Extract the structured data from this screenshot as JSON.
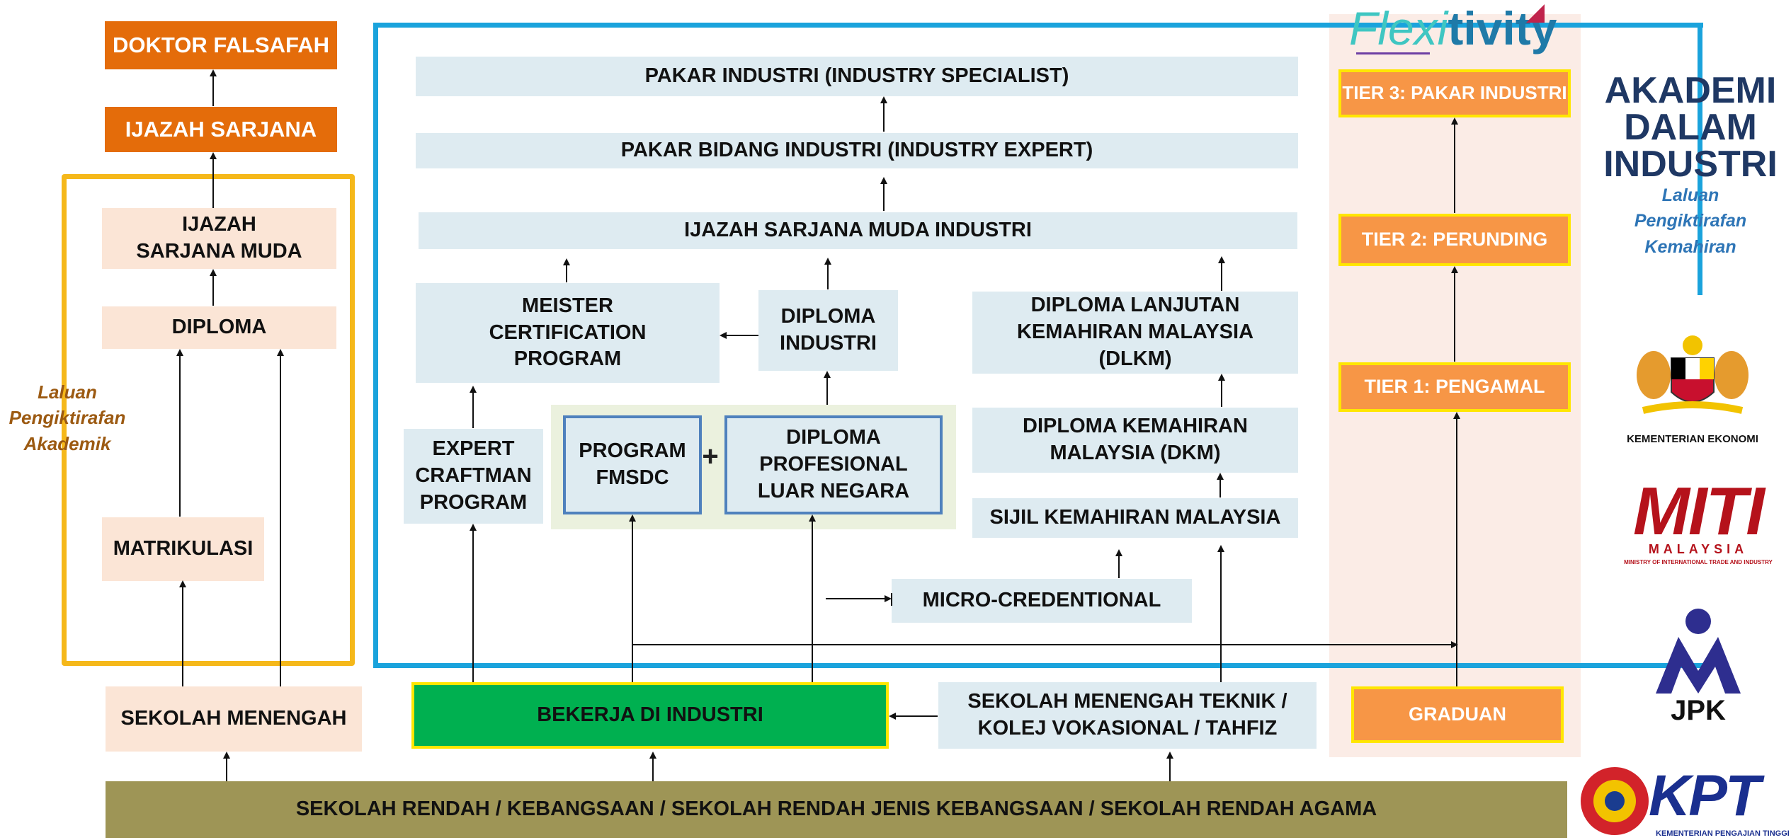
{
  "left": {
    "doktor": "DOKTOR FALSAFAH",
    "ijazah_sarjana": "IJAZAH SARJANA",
    "ijazah_sarjana_muda": "IJAZAH SARJANA MUDA",
    "diploma": "DIPLOMA",
    "matrikulasi": "MATRIKULASI",
    "sekolah_menengah": "SEKOLAH MENENGAH",
    "laluan_label": "Laluan Pengiktirafan Akademik"
  },
  "center": {
    "pakar_industri": "PAKAR INDUSTRI (INDUSTRY SPECIALIST)",
    "pakar_bidang": "PAKAR BIDANG INDUSTRI (INDUSTRY EXPERT)",
    "ijazah_sarjana_muda_industri": "IJAZAH SARJANA MUDA INDUSTRI",
    "meister": "MEISTER CERTIFICATION PROGRAM",
    "diploma_industri": "DIPLOMA INDUSTRI",
    "dlkm": "DIPLOMA  LANJUTAN KEMAHIRAN MALAYSIA (DLKM)",
    "expert_craftman": "EXPERT CRAFTMAN PROGRAM",
    "program_fmsdc": "PROGRAM FMSDC",
    "plus": "+",
    "diploma_profesional": "DIPLOMA PROFESIONAL LUAR NEGARA",
    "dkm": "DIPLOMA KEMAHIRAN MALAYSIA (DKM)",
    "sijil": "SIJIL KEMAHIRAN MALAYSIA",
    "micro": "MICRO-CREDENTIONAL",
    "bekerja": "BEKERJA DI INDUSTRI",
    "sekolah_teknik": "SEKOLAH MENENGAH TEKNIK / KOLEJ VOKASIONAL / TAHFIZ",
    "sekolah_rendah": "SEKOLAH RENDAH / KEBANGSAAN / SEKOLAH RENDAH JENIS KEBANGSAAN / SEKOLAH RENDAH AGAMA"
  },
  "right": {
    "flexi_logo_part1": "Flexi",
    "flexi_logo_part2": "tivity",
    "tier3": "TIER 3: PAKAR INDUSTRI",
    "tier2": "TIER 2: PERUNDING",
    "tier1": "TIER 1: PENGAMAL",
    "graduan": "GRADUAN"
  },
  "brand": {
    "akademi_line1": "AKADEMI",
    "akademi_line2": "DALAM",
    "akademi_line3": "INDUSTRI",
    "sub_line1": "Laluan",
    "sub_line2": "Pengiktirafan",
    "sub_line3": "Kemahiran",
    "kementerian_ekonomi": "KEMENTERIAN EKONOMI",
    "miti": "MITI",
    "miti_sub": "MALAYSIA",
    "miti_caption": "MINISTRY OF INTERNATIONAL TRADE AND INDUSTRY",
    "jpk": "JPK",
    "kpt": "KPT",
    "kpt_caption": "KEMENTERIAN PENGAJIAN TINGGI"
  },
  "colors": {
    "frame_blue": "#1aa3dc",
    "frame_orange": "#f5b81a",
    "green": "#00b050",
    "olive": "#9e9556",
    "dark_blue": "#1f3864"
  }
}
